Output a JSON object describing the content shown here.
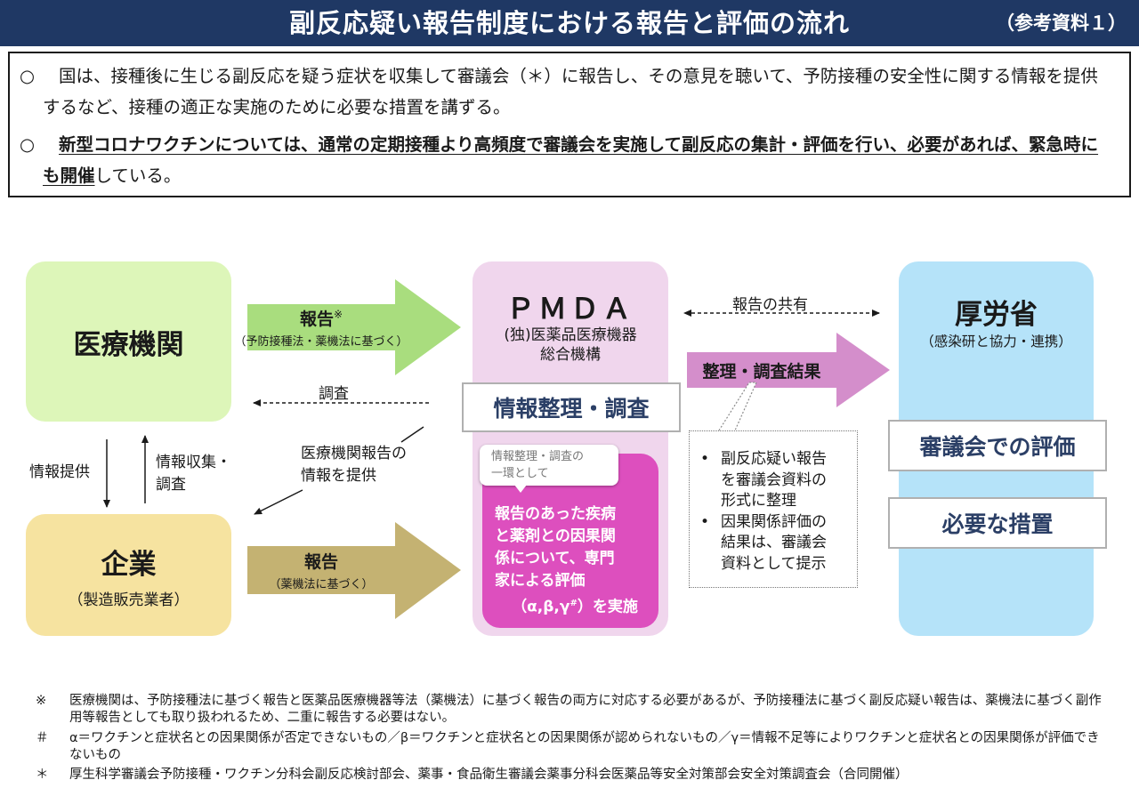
{
  "header": {
    "title": "副反応疑い報告制度における報告と評価の流れ",
    "reference": "（参考資料１）"
  },
  "intro": {
    "bullet": "○",
    "p1": "国は、接種後に生じる副反応を疑う症状を収集して審議会（＊）に報告し、その意見を聴いて、予防接種の安全性に関する情報を提供するなど、接種の適正な実施のために必要な措置を講ずる。",
    "p2_bold": "新型コロナワクチンについては、通常の定期接種より高頻度で審議会を実施して副反応の集計・評価を行い、必要があれば、緊急時にも開催",
    "p2_rest": "している。"
  },
  "diagram": {
    "medical": {
      "title": "医療機関"
    },
    "company": {
      "title": "企業",
      "sub": "（製造販売業者）"
    },
    "arrow_report_top": {
      "label": "報告",
      "mark": "※",
      "sub": "（予防接種法・薬機法に基づく）"
    },
    "arrow_report_bottom": {
      "label": "報告",
      "sub": "（薬機法に基づく）"
    },
    "survey": "調査",
    "info_provide": "情報提供",
    "info_collect_1": "情報収集・",
    "info_collect_2": "調査",
    "med_report_1": "医療機関報告の",
    "med_report_2": "情報を提供",
    "pmda": {
      "title": "ＰＭＤＡ",
      "sub1": "(独)医薬品医療機器",
      "sub2": "総合機構",
      "task": "情報整理・調査",
      "callout1": "情報整理・調査の",
      "callout2": "一環として",
      "eval1": "報告のあった疾病",
      "eval2": "と薬剤との因果関",
      "eval3": "係について、専門",
      "eval4": "家による評価",
      "eval5": "（α,β,γ",
      "eval5_mark": "#",
      "eval5_end": "）を実施"
    },
    "share": "報告の共有",
    "arrow_result": "整理・調査結果",
    "dotted_notes": {
      "b1_1": "副反応疑い報告",
      "b1_2": "を審議会資料の",
      "b1_3": "形式に整理",
      "b2_1": "因果関係評価の",
      "b2_2": "結果は、審議会",
      "b2_3": "資料として提示"
    },
    "mhlw": {
      "title": "厚労省",
      "sub": "（感染研と協力・連携）",
      "box1": "審議会での評価",
      "box2": "必要な措置"
    }
  },
  "footnotes": [
    {
      "mark": "※",
      "text": "医療機関は、予防接種法に基づく報告と医薬品医療機器等法（薬機法）に基づく報告の両方に対応する必要があるが、予防接種法に基づく副反応疑い報告は、薬機法に基づく副作用等報告としても取り扱われるため、二重に報告する必要はない。"
    },
    {
      "mark": "＃",
      "text": "α＝ワクチンと症状名との因果関係が否定できないもの／β＝ワクチンと症状名との因果関係が認められないもの／γ＝情報不足等によりワクチンと症状名との因果関係が評価できないもの"
    },
    {
      "mark": "＊",
      "text": "厚生科学審議会予防接種・ワクチン分科会副反応検討部会、薬事・食品衛生審議会薬事分科会医薬品等安全対策部会安全対策調査会（合同開催）"
    }
  ],
  "colors": {
    "header": "#1f3864",
    "medical": "#ddf6b9",
    "company": "#f6e3a0",
    "pmda": "#f0d6ed",
    "eval": "#dd4fbe",
    "mhlw": "#b5e3f9",
    "arrow_top": "#a9dd7e",
    "arrow_bottom": "#c4b272",
    "arrow_result": "#d48ecb"
  }
}
